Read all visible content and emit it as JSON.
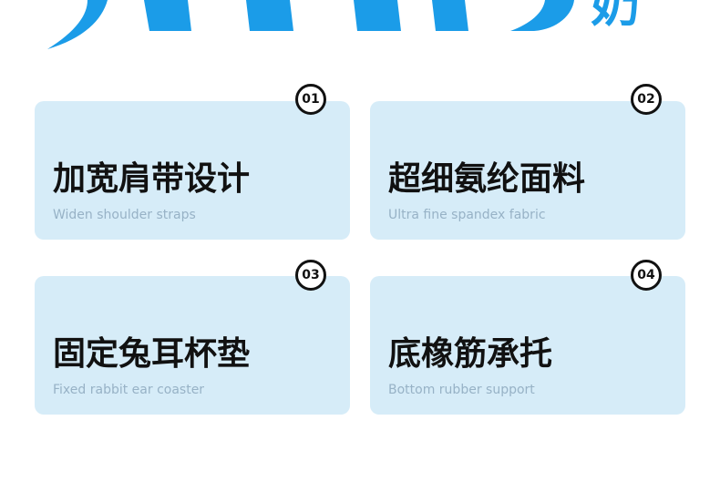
{
  "banner": {
    "accent_color": "#1b9ce8",
    "heading_char_partial": "奶"
  },
  "cards": [
    {
      "number": "01",
      "title": "加宽肩带设计",
      "subtitle": "Widen shoulder straps"
    },
    {
      "number": "02",
      "title": "超细氨纶面料",
      "subtitle": "Ultra fine spandex fabric"
    },
    {
      "number": "03",
      "title": "固定兔耳杯垫",
      "subtitle": "Fixed rabbit ear coaster"
    },
    {
      "number": "04",
      "title": "底橡筋承托",
      "subtitle": "Bottom rubber support"
    }
  ],
  "colors": {
    "card_background": "#d6ecf8",
    "title_text": "#111111",
    "subtitle_text": "#97b2c6",
    "badge_border": "#111111"
  }
}
